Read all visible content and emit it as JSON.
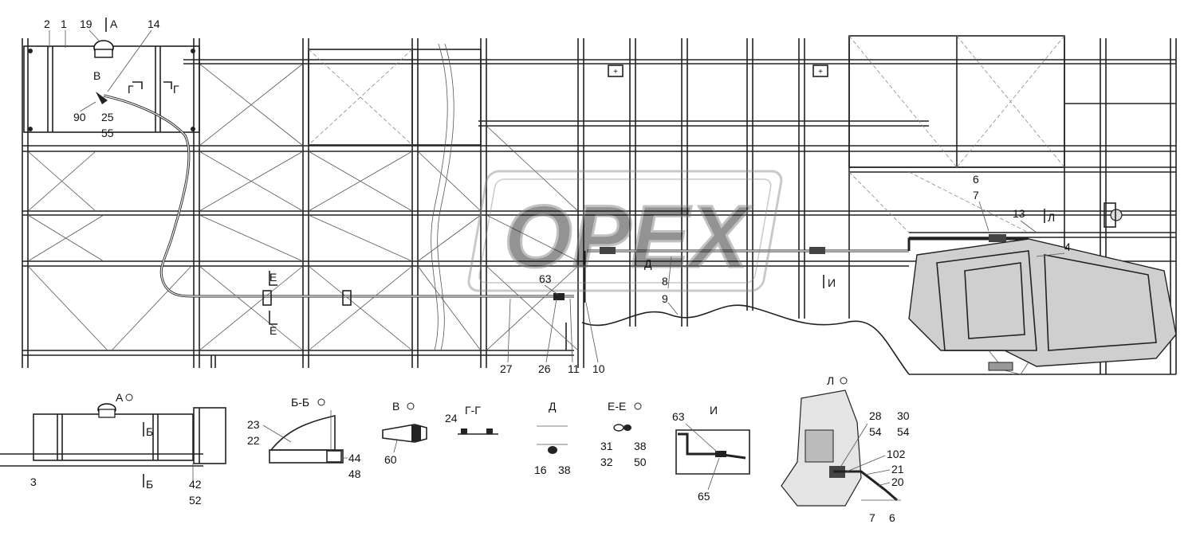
{
  "watermark": {
    "text": "OPEX"
  },
  "main_view": {
    "callouts": [
      {
        "id": "c-2",
        "text": "2"
      },
      {
        "id": "c-1",
        "text": "1"
      },
      {
        "id": "c-19",
        "text": "19"
      },
      {
        "id": "c-14",
        "text": "14"
      },
      {
        "id": "c-90",
        "text": "90"
      },
      {
        "id": "c-25",
        "text": "25"
      },
      {
        "id": "c-55",
        "text": "55"
      },
      {
        "id": "c-63",
        "text": "63"
      },
      {
        "id": "c-8",
        "text": "8"
      },
      {
        "id": "c-9",
        "text": "9"
      },
      {
        "id": "c-27",
        "text": "27"
      },
      {
        "id": "c-26",
        "text": "26"
      },
      {
        "id": "c-11",
        "text": "11"
      },
      {
        "id": "c-10",
        "text": "10"
      },
      {
        "id": "c-6",
        "text": "6"
      },
      {
        "id": "c-7",
        "text": "7"
      },
      {
        "id": "c-13",
        "text": "13"
      },
      {
        "id": "c-4",
        "text": "4"
      }
    ],
    "section_marks": [
      {
        "id": "m-A",
        "text": "А"
      },
      {
        "id": "m-V",
        "text": "В"
      },
      {
        "id": "m-G1",
        "text": "Г"
      },
      {
        "id": "m-G2",
        "text": "Г"
      },
      {
        "id": "m-D",
        "text": "Д"
      },
      {
        "id": "m-E1",
        "text": "Е"
      },
      {
        "id": "m-E2",
        "text": "Е"
      },
      {
        "id": "m-I",
        "text": "И"
      },
      {
        "id": "m-L",
        "text": "Л"
      }
    ]
  },
  "details": [
    {
      "key": "A",
      "title": "А",
      "callouts": [
        "3",
        "42",
        "52"
      ],
      "marks": [
        "Б",
        "Б"
      ]
    },
    {
      "key": "BB",
      "title": "Б-Б",
      "callouts": [
        "23",
        "22",
        "44",
        "48"
      ]
    },
    {
      "key": "V",
      "title": "В",
      "callouts": [
        "60"
      ]
    },
    {
      "key": "GG",
      "title": "Г-Г",
      "callouts": [
        "24"
      ]
    },
    {
      "key": "D",
      "title": "Д",
      "callouts": [
        "16",
        "38"
      ]
    },
    {
      "key": "EE",
      "title": "Е-Е",
      "callouts": [
        "31",
        "32",
        "38",
        "50"
      ]
    },
    {
      "key": "I",
      "title": "И",
      "callouts": [
        "63",
        "65"
      ]
    },
    {
      "key": "L",
      "title": "Л",
      "callouts": [
        "28",
        "54",
        "30",
        "54",
        "102",
        "21",
        "20",
        "7",
        "6"
      ]
    }
  ]
}
